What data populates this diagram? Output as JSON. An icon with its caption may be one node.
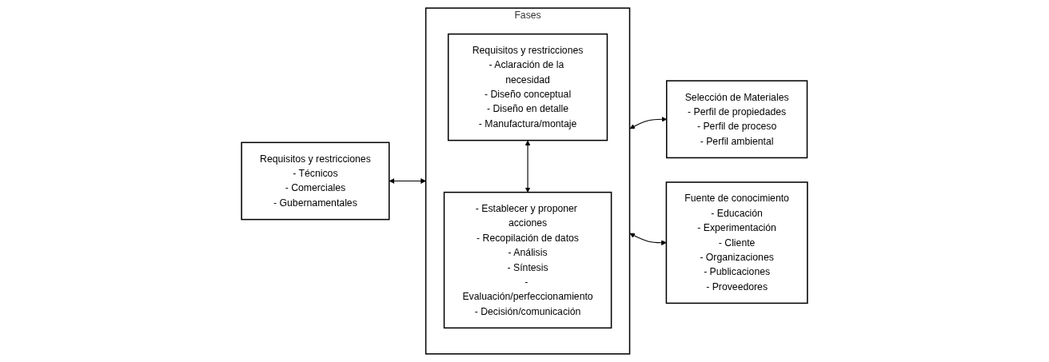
{
  "diagram": {
    "nodes": [
      {
        "text": [
          "Fases"
        ]
      },
      {
        "text": [
          "Requisitos y restricciones",
          "- Aclaración de la necesidad",
          "- Diseño conceptual",
          "- Diseño en detalle",
          "- Manufactura/montaje"
        ],
        "in": 0
      },
      {
        "text": [
          "- Establecer y proponer acciones",
          "- Recopilación de datos",
          "- Análisis",
          "- Síntesis",
          "- Evaluación/perfeccionamiento",
          "- Decisión/comunicación"
        ],
        "in": 0
      },
      {
        "text": [
          "Selección de Materiales",
          "- Perfil de propiedades",
          "- Perfil de proceso",
          "- Perfil ambiental"
        ]
      },
      {
        "text": [
          "Requisitos y restricciones",
          "- Técnicos",
          "- Comerciales",
          "- Gubernamentales"
        ]
      },
      {
        "text": [
          "Fuente de conocimiento",
          "- Educación",
          "- Experimentación",
          "- Cliente",
          "- Organizaciones",
          "- Publicaciones",
          "- Proveedores"
        ]
      }
    ],
    "edges": [
      {
        "from": 1,
        "to": 2,
        "arrow": "both"
      },
      {
        "from": 0,
        "to": 3,
        "arrow": "both"
      },
      {
        "from": 4,
        "to": 0,
        "arrow": "both"
      },
      {
        "from": 0,
        "to": 5,
        "arrow": "both"
      }
    ]
  }
}
